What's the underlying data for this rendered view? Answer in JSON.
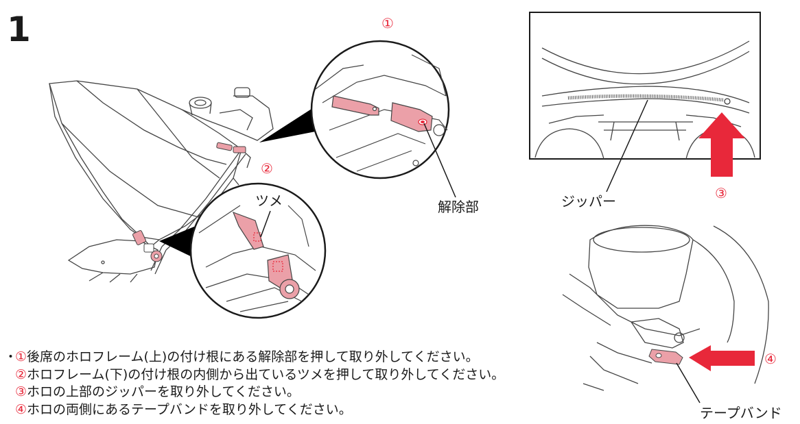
{
  "step_number": "1",
  "markers": {
    "m1": "①",
    "m2": "②",
    "m3": "③",
    "m4": "④"
  },
  "callouts": {
    "release_part": "解除部",
    "claw": "ツメ",
    "zipper": "ジッパー",
    "tape_band": "テープバンド"
  },
  "instructions": {
    "bullet": "・",
    "lines": [
      {
        "num": "①",
        "text": "後席のホロフレーム(上)の付け根にある解除部を押して取り外してください。"
      },
      {
        "num": "②",
        "text": "ホロフレーム(下)の付け根の内側から出ているツメを押して取り外してください。"
      },
      {
        "num": "③",
        "text": "ホロの上部のジッパーを取り外してください。"
      },
      {
        "num": "④",
        "text": "ホロの両側にあるテープバンドを取り外してください。"
      }
    ]
  },
  "colors": {
    "accent_red": "#e8283a",
    "part_pink": "#eba0a8",
    "line_art": "#444444",
    "arrow_black": "#000000"
  }
}
